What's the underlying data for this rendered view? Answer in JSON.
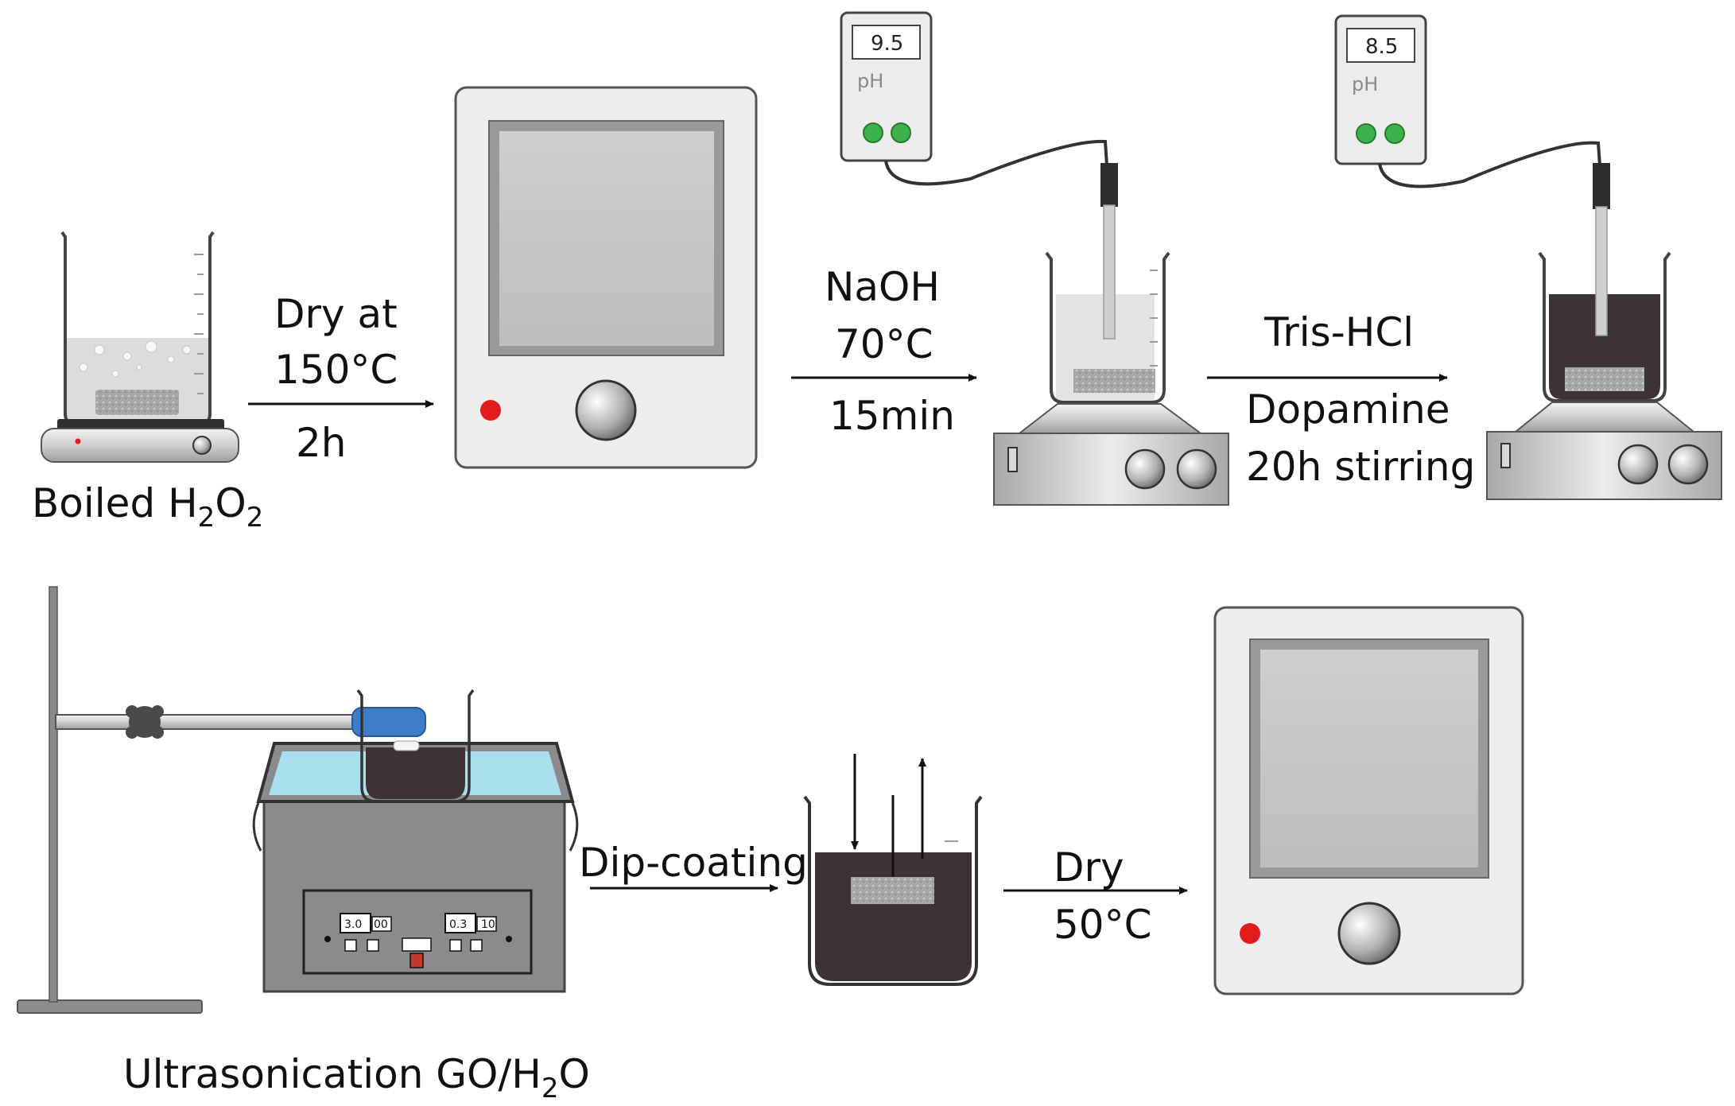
{
  "steps": {
    "boiled_label": "Boiled H",
    "boiled_sub1": "2",
    "boiled_mid": "O",
    "boiled_sub2": "2",
    "dry1_line1": "Dry at",
    "dry1_line2": "150°C",
    "dry1_line3": "2h",
    "naoh_line1": "NaOH",
    "naoh_line2": "70°C",
    "naoh_line3": "15min",
    "tris_line1": "Tris-HCl",
    "tris_line2": "Dopamine",
    "tris_line3": "20h stirring",
    "ultra_label": "Ultrasonication GO/H",
    "ultra_sub": "2",
    "ultra_tail": "O",
    "dip_label": "Dip-coating",
    "dry2_line1": "Dry",
    "dry2_line2": "50°C"
  },
  "meters": {
    "meter1_value": "9.5",
    "meter2_value": "8.5",
    "ph_label": "pH"
  },
  "sonicator_panel": {
    "display1": "3.0",
    "display1_unit": "00",
    "display2": "0.3",
    "display2_unit": "10"
  },
  "colors": {
    "indicator_red": "#e21b1b",
    "meter_button_green": "#3cb34a",
    "liquid_clear": "#dfe1e1",
    "liquid_dark": "#3e3334",
    "water_blue": "#a9dfee",
    "clamp_blue": "#3f7cc8"
  }
}
